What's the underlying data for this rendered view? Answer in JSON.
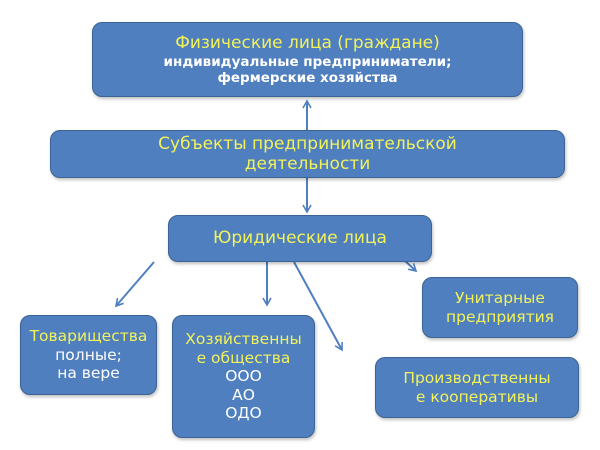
{
  "colors": {
    "box_fill": "#4f7fbf",
    "box_border": "#3b6395",
    "title_text": "#f2f25a",
    "body_text": "#ffffff",
    "arrow": "#4f7fbf"
  },
  "physical": {
    "title": "Физические лица (граждане)",
    "lines": [
      "индивидуальные предприниматели;",
      "фермерские хозяйства"
    ]
  },
  "subjects": {
    "lines": [
      "Субъекты предпринимательской",
      "деятельности"
    ]
  },
  "legal": {
    "title": "Юридические лица"
  },
  "partnerships": {
    "title": "Товарищества",
    "lines": [
      "полные;",
      "на вере"
    ]
  },
  "companies": {
    "title_lines": [
      "Хозяйственны",
      "е общества"
    ],
    "lines": [
      "ООО",
      "АО",
      "ОДО"
    ]
  },
  "cooperatives": {
    "title_lines": [
      "Производственны",
      "е кооперативы"
    ]
  },
  "unitary": {
    "title_lines": [
      "Унитарные",
      "предприятия"
    ]
  }
}
